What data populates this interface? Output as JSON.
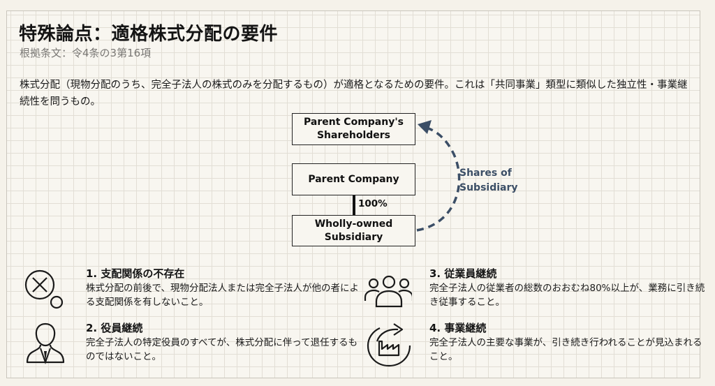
{
  "header": {
    "title": "特殊論点：適格株式分配の要件",
    "subtitle": "根拠条文：令4条の3第16項"
  },
  "intro": {
    "text": "株式分配（現物分配のうち、完全子法人の株式のみを分配するもの）が適格となるための要件。これは「共同事業」類型に類似した独立性・事業継続性を問うもの。"
  },
  "diagram": {
    "shareholders_line1": "Parent Company's",
    "shareholders_line2": "Shareholders",
    "parent": "Parent Company",
    "ownership": "100%",
    "subsidiary_line1": "Wholly-owned",
    "subsidiary_line2": "Subsidiary",
    "arrow_label_line1": "Shares of",
    "arrow_label_line2": "Subsidiary",
    "arrow_color": "#3b4e66"
  },
  "requirements": [
    {
      "icon": "no-control-icon",
      "title": "1. 支配関係の不存在",
      "body": "株式分配の前後で、現物分配法人または完全子法人が他の者による支配関係を有しないこと。"
    },
    {
      "icon": "executive-person-icon",
      "title": "2. 役員継続",
      "body": "完全子法人の特定役員のすべてが、株式分配に伴って退任するものではないこと。"
    },
    {
      "icon": "employees-group-icon",
      "title": "3. 従業員継続",
      "body": "完全子法人の従業者の総数のおおむね80%以上が、業務に引き続き従事すること。"
    },
    {
      "icon": "factory-continuation-icon",
      "title": "4. 事業継続",
      "body": "完全子法人の主要な事業が、引き続き行われることが見込まれること。"
    }
  ]
}
